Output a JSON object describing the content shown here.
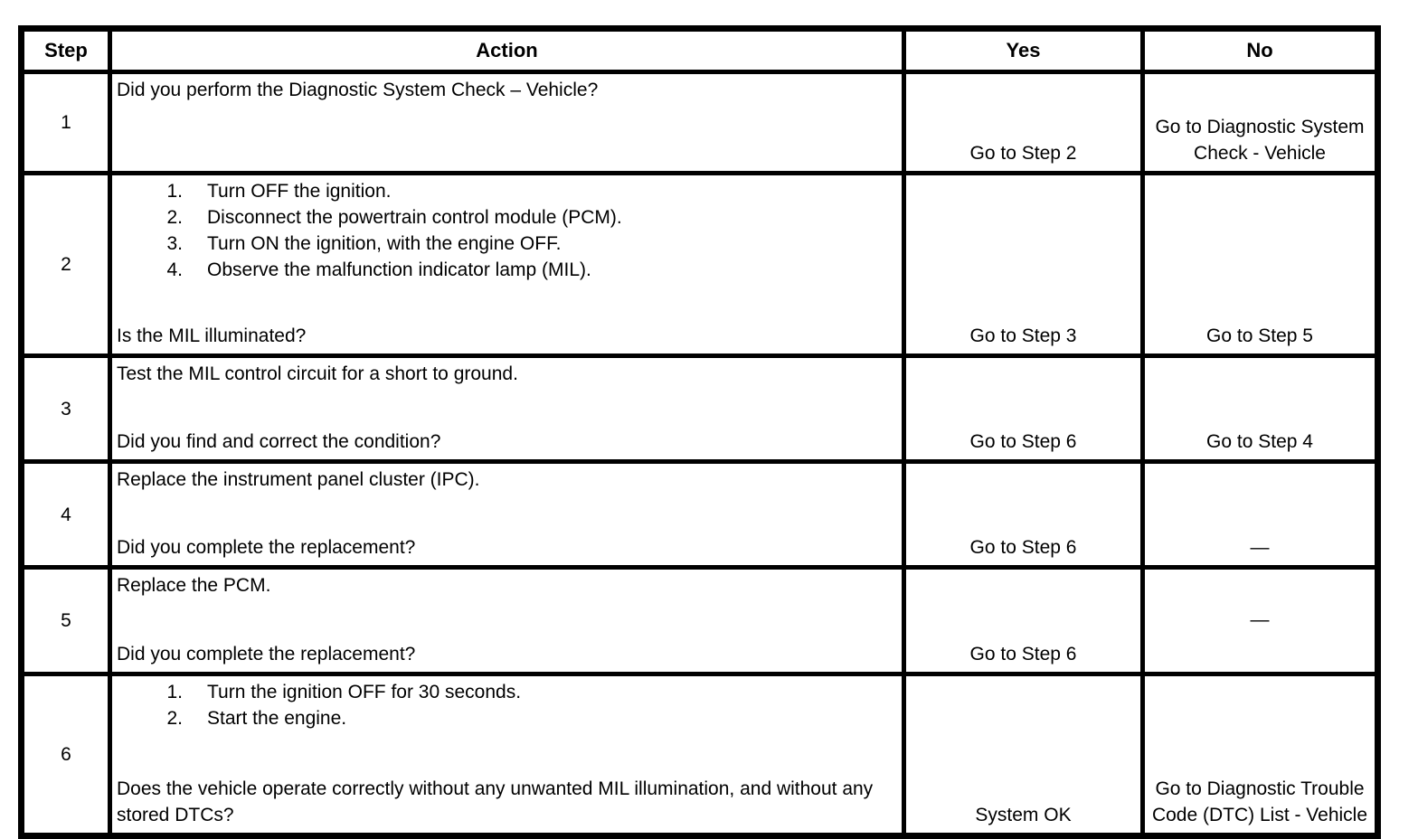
{
  "table": {
    "headers": {
      "step": "Step",
      "action": "Action",
      "yes": "Yes",
      "no": "No"
    },
    "rows": [
      {
        "step": "1",
        "list": [],
        "intro": "Did you perform the Diagnostic System Check – Vehicle?",
        "question": "",
        "yes": "Go to Step 2",
        "no": "Go to Diagnostic System Check - Vehicle"
      },
      {
        "step": "2",
        "list": [
          {
            "num": "1.",
            "text": "Turn OFF the ignition."
          },
          {
            "num": "2.",
            "text": "Disconnect the powertrain control module (PCM)."
          },
          {
            "num": "3.",
            "text": "Turn ON the ignition, with the engine OFF."
          },
          {
            "num": "4.",
            "text": "Observe the malfunction indicator lamp (MIL)."
          }
        ],
        "intro": "",
        "question": "Is the MIL illuminated?",
        "yes": "Go to Step 3",
        "no": "Go to Step 5"
      },
      {
        "step": "3",
        "list": [],
        "intro": "Test the MIL control circuit for a short to ground.",
        "question": "Did you find and correct the condition?",
        "yes": "Go to Step 6",
        "no": "Go to Step 4"
      },
      {
        "step": "4",
        "list": [],
        "intro": "Replace the instrument panel cluster (IPC).",
        "question": "Did you complete the replacement?",
        "yes": "Go to Step 6",
        "no": "—"
      },
      {
        "step": "5",
        "list": [],
        "intro": "Replace the PCM.",
        "question": "Did you complete the replacement?",
        "yes": "Go to Step 6",
        "no": "—"
      },
      {
        "step": "6",
        "list": [
          {
            "num": "1.",
            "text": "Turn the ignition OFF for 30 seconds."
          },
          {
            "num": "2.",
            "text": "Start the engine."
          }
        ],
        "intro": "",
        "question": "Does the vehicle operate correctly without any unwanted MIL illumination, and without any stored DTCs?",
        "yes": "System OK",
        "no": "Go to Diagnostic Trouble Code (DTC) List - Vehicle"
      }
    ]
  },
  "colors": {
    "border": "#000000",
    "text": "#000000",
    "background": "#ffffff"
  }
}
